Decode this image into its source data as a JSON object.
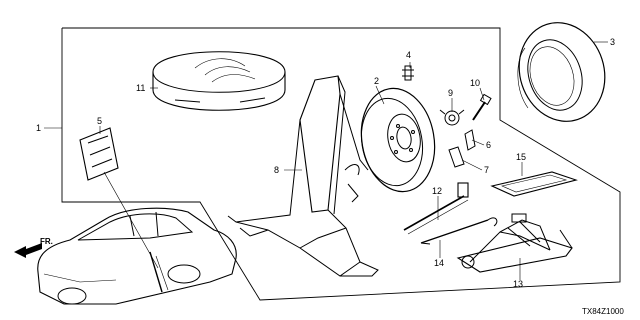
{
  "diagram": {
    "code": "TX84Z1000",
    "direction_label": "FR.",
    "callouts": [
      "1",
      "2",
      "3",
      "4",
      "5",
      "6",
      "7",
      "8",
      "9",
      "10",
      "11",
      "12",
      "13",
      "14",
      "15"
    ],
    "stroke_color": "#000000",
    "background": "#ffffff"
  }
}
